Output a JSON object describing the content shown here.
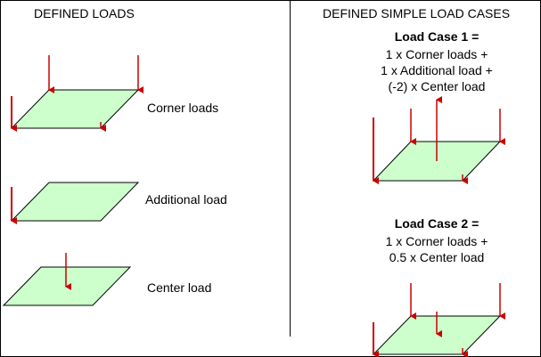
{
  "left_panel": {
    "heading": "DEFINED LOADS",
    "loads": [
      {
        "name": "corner",
        "label": "Corner loads",
        "arrows": [
          "corner-front-left-long",
          "corner-back-left",
          "corner-back-right",
          "corner-front-right-small"
        ]
      },
      {
        "name": "additional",
        "label": "Additional load",
        "arrows": [
          "front-left-long"
        ]
      },
      {
        "name": "center",
        "label": "Center load",
        "arrows": [
          "center-down"
        ]
      }
    ]
  },
  "right_panel": {
    "heading": "DEFINED SIMPLE LOAD CASES",
    "cases": [
      {
        "title": "Load Case 1 =",
        "lines": [
          "1 x Corner loads +",
          "1 x Additional load +",
          "(-2) x Center load"
        ]
      },
      {
        "title": "Load Case 2 =",
        "lines": [
          "1 x Corner loads +",
          "0.5 x Center load"
        ]
      }
    ]
  },
  "colors": {
    "plate_fill": "#ccffcc",
    "arrow": "#cc0000",
    "outline": "#000000"
  }
}
